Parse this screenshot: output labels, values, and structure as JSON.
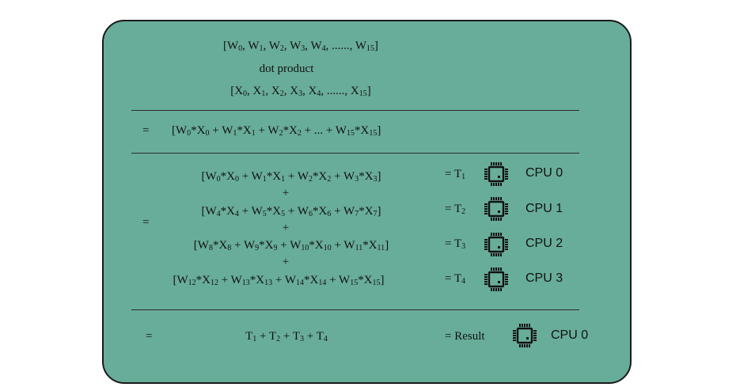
{
  "top": {
    "vec_w": [
      "[W",
      "0",
      ", W",
      "1",
      ", W",
      "2",
      ", W",
      "3",
      ", W",
      "4",
      ", ......, W",
      "15",
      "]"
    ],
    "op": "dot product",
    "vec_x": [
      "[X",
      "0",
      ", X",
      "1",
      ", X",
      "2",
      ", X",
      "3",
      ", X",
      "4",
      ", ......, X",
      "15",
      "]"
    ]
  },
  "full": {
    "eq": "=",
    "expr": [
      "[W",
      "0",
      "*X",
      "0",
      " + W",
      "1",
      "*X",
      "1",
      " + W",
      "2",
      "*X",
      "2",
      " + ... + W",
      "15",
      "*X",
      "15",
      "]"
    ]
  },
  "split": {
    "eq": "=",
    "plus": "+",
    "rows": [
      {
        "expr": [
          "[W",
          "0",
          "*X",
          "0",
          " + W",
          "1",
          "*X",
          "1",
          " + W",
          "2",
          "*X",
          "2",
          " + W",
          "3",
          "*X",
          "3",
          "]"
        ],
        "result": [
          "= T",
          "1"
        ],
        "cpu": "CPU 0"
      },
      {
        "expr": [
          "[W",
          "4",
          "*X",
          "4",
          " + W",
          "5",
          "*X",
          "5",
          " + W",
          "6",
          "*X",
          "6",
          " + W",
          "7",
          "*X",
          "7",
          "]"
        ],
        "result": [
          "= T",
          "2"
        ],
        "cpu": "CPU 1"
      },
      {
        "expr": [
          "[W",
          "8",
          "*X",
          "8",
          " + W",
          "9",
          "*X",
          "9",
          " + W",
          "10",
          "*X",
          "10",
          " + W",
          "11",
          "*X",
          "11",
          "]"
        ],
        "result": [
          "= T",
          "3"
        ],
        "cpu": "CPU 2"
      },
      {
        "expr": [
          "[W",
          "12",
          "*X",
          "12",
          " + W",
          "13",
          "*X",
          "13",
          " + W",
          "14",
          "*X",
          "14",
          " + W",
          "15",
          "*X",
          "15",
          "]"
        ],
        "result": [
          "= T",
          "4"
        ],
        "cpu": "CPU 3"
      }
    ]
  },
  "final": {
    "eq": "=",
    "expr": [
      "T",
      "1",
      " + T",
      "2",
      " + T",
      "3",
      " + T",
      "4"
    ],
    "result": "= Result",
    "cpu": "CPU 0"
  },
  "icons": {
    "cpu": "cpu-chip-icon"
  },
  "colors": {
    "panel": "#68ad9a",
    "ink": "#111111"
  }
}
